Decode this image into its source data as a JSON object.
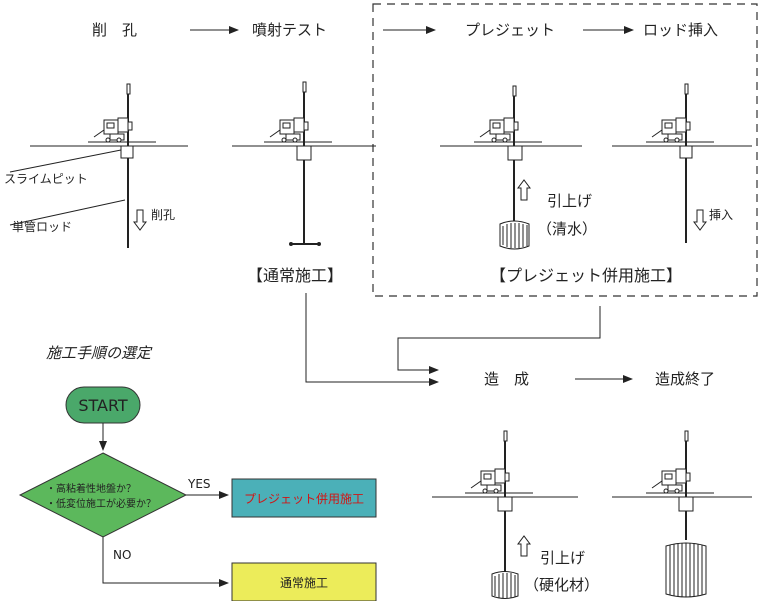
{
  "steps": {
    "drilling": "削　孔",
    "spray_test": "噴射テスト",
    "prejet": "プレジェット",
    "rod_insert": "ロッド挿入",
    "forming": "造　成",
    "forming_done": "造成終了"
  },
  "annotations": {
    "slime_pit": "スライムピット",
    "single_rod": "単管ロッド",
    "drill_arrow": "削孔",
    "pull_up_1": "引上げ",
    "pull_up_1_sub": "（清水）",
    "insert_arrow": "挿入",
    "pull_up_2": "引上げ",
    "pull_up_2_sub": "（硬化材）"
  },
  "groups": {
    "normal": "【通常施工】",
    "prejet_combined": "【プレジェット併用施工】"
  },
  "flowchart": {
    "title": "施工手順の選定",
    "start": "START",
    "question_1": "・高粘着性地盤か？",
    "question_2": "・低変位施工が必要か？",
    "yes": "YES",
    "no": "NO",
    "result_yes": "プレジェット併用施工",
    "result_no": "通常施工"
  },
  "colors": {
    "start_fill": "#4aa86a",
    "diamond_fill": "#5cb85c",
    "result_yes_fill": "#4bb0b8",
    "result_yes_text": "#d21414",
    "result_no_fill": "#ecec5a",
    "line": "#222222"
  }
}
